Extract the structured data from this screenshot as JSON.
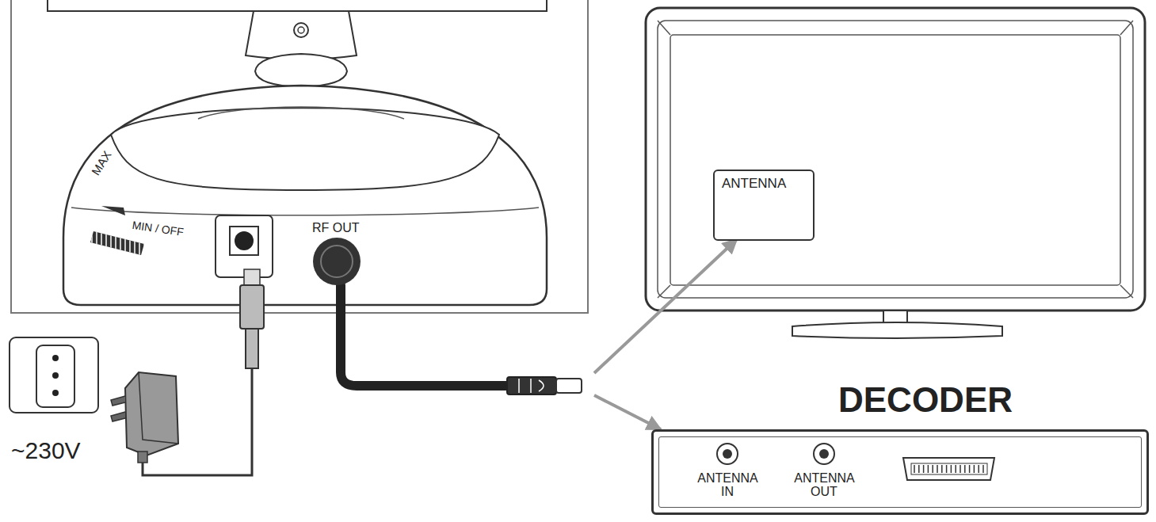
{
  "diagram": {
    "nodes": [
      {
        "text": [
          "MAX",
          "MIN / OFF",
          "RF OUT"
        ]
      },
      {
        "text": [
          "ANTENNA"
        ]
      },
      {
        "text": [
          "DECODER",
          "ANTENNA IN",
          "ANTENNA OUT"
        ]
      }
    ],
    "edges": [
      {
        "from": 0,
        "to": 1,
        "arrow": "to"
      },
      {
        "from": 0,
        "to": 2,
        "arrow": "to"
      }
    ],
    "labels": [
      "~230V"
    ]
  }
}
